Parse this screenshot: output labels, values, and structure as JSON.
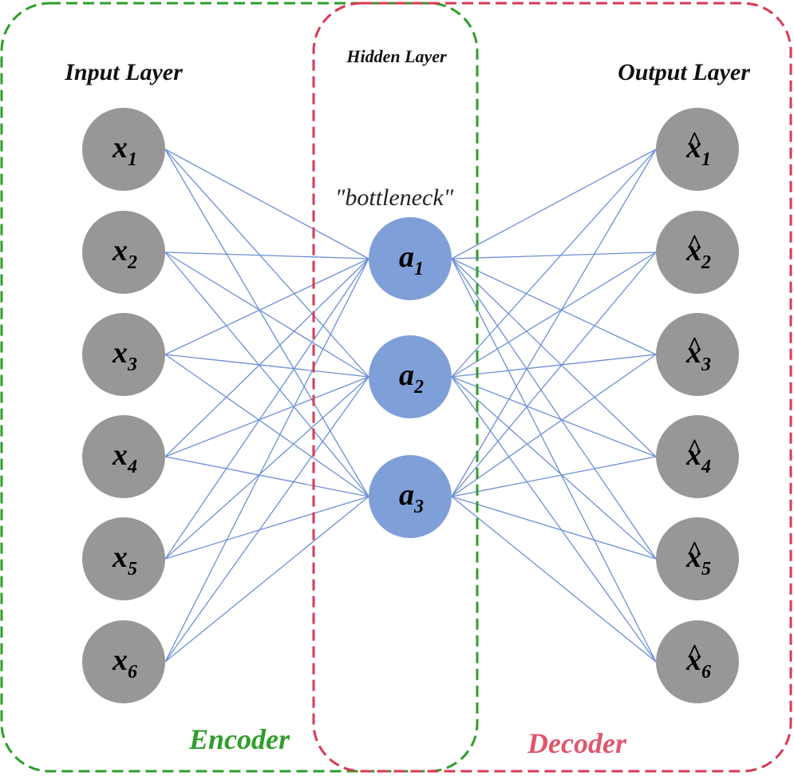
{
  "labels": {
    "input_layer": "Input Layer",
    "hidden_layer": "Hidden Layer",
    "output_layer": "Output Layer",
    "bottleneck": "\"bottleneck\"",
    "encoder": "Encoder",
    "decoder": "Decoder"
  },
  "input_nodes": [
    {
      "base": "x",
      "sub": "1"
    },
    {
      "base": "x",
      "sub": "2"
    },
    {
      "base": "x",
      "sub": "3"
    },
    {
      "base": "x",
      "sub": "4"
    },
    {
      "base": "x",
      "sub": "5"
    },
    {
      "base": "x",
      "sub": "6"
    }
  ],
  "hidden_nodes": [
    {
      "base": "a",
      "sub": "1"
    },
    {
      "base": "a",
      "sub": "2"
    },
    {
      "base": "a",
      "sub": "3"
    }
  ],
  "output_nodes": [
    {
      "base": "x",
      "hat": "^",
      "sub": "1"
    },
    {
      "base": "x",
      "hat": "^",
      "sub": "2"
    },
    {
      "base": "x",
      "hat": "^",
      "sub": "3"
    },
    {
      "base": "x",
      "hat": "^",
      "sub": "4"
    },
    {
      "base": "x",
      "hat": "^",
      "sub": "5"
    },
    {
      "base": "x",
      "hat": "^",
      "sub": "6"
    }
  ],
  "colors": {
    "io_node": "#999696",
    "hidden_node": "#7f9fd8",
    "edge": "#6d8fd6",
    "encoder": "#2f9e2a",
    "decoder": "#d83a55"
  }
}
